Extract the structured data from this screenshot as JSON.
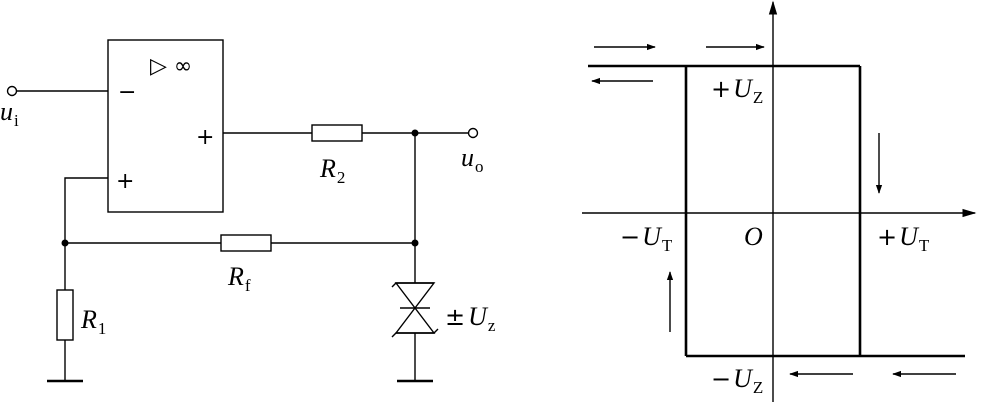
{
  "circuit": {
    "opamp": {
      "symbol": "▷ ∞",
      "inverting_sign": "−",
      "noninverting_sign": "+",
      "output_sign": "+"
    },
    "input": {
      "main": "u",
      "sub": "i"
    },
    "output": {
      "main": "u",
      "sub": "o"
    },
    "r2": {
      "main": "R",
      "sub": "2"
    },
    "rf": {
      "main": "R",
      "sub": "f"
    },
    "r1": {
      "main": "R",
      "sub": "1"
    },
    "zener": {
      "prefix": "±",
      "main": "U",
      "sub": "z"
    }
  },
  "transfer": {
    "pos_sat": {
      "sign": "+",
      "main": "U",
      "sub": "Z"
    },
    "neg_sat": {
      "sign": "−",
      "main": "U",
      "sub": "Z"
    },
    "neg_threshold": {
      "sign": "−",
      "main": "U",
      "sub": "T"
    },
    "pos_threshold": {
      "sign": "+",
      "main": "U",
      "sub": "T"
    },
    "origin": "O"
  }
}
